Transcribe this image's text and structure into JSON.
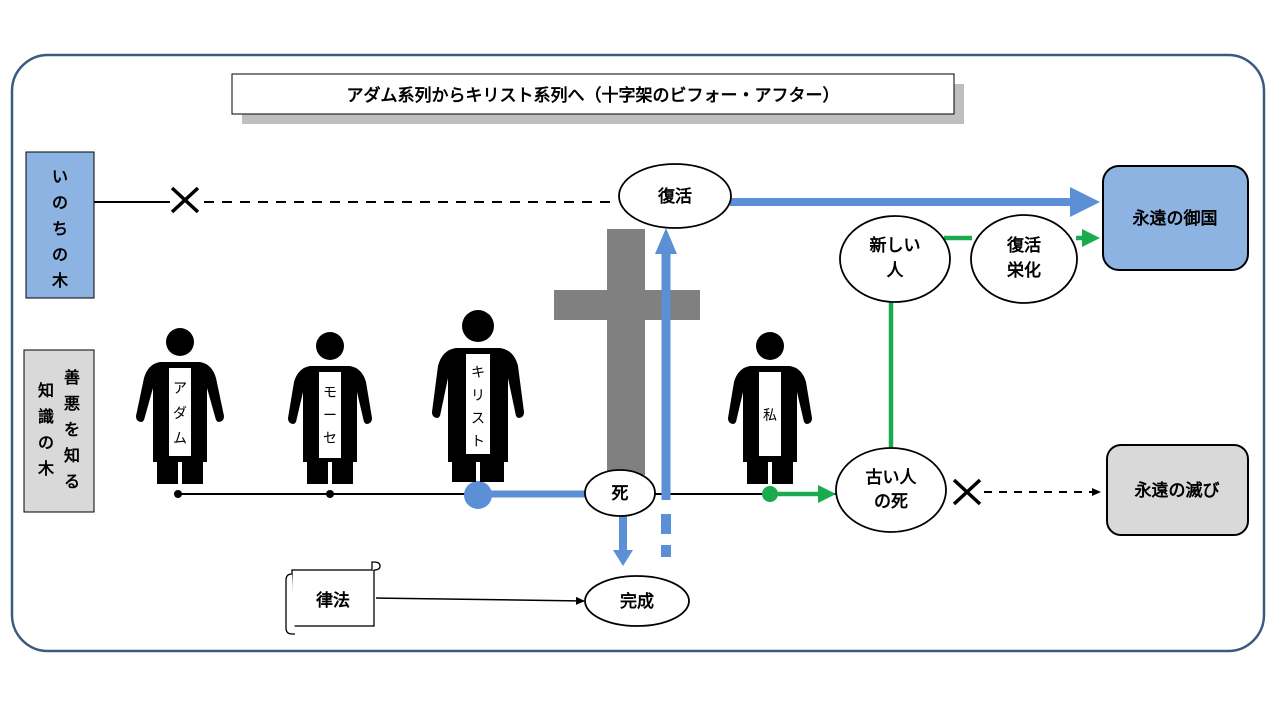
{
  "title": "アダム系列からキリスト系列へ（十字架のビフォー・アフター）",
  "trees": {
    "life": [
      "い",
      "の",
      "ち",
      "の",
      "木"
    ],
    "knowledge_col1": [
      "善",
      "悪",
      "を",
      "知",
      "る"
    ],
    "knowledge_col2": [
      "知",
      "識",
      "の",
      "木"
    ]
  },
  "figures": {
    "adam": [
      "ア",
      "ダ",
      "ム"
    ],
    "moses": [
      "モ",
      "ー",
      "セ"
    ],
    "christ": [
      "キ",
      "リ",
      "ス",
      "ト"
    ],
    "me": [
      "私"
    ]
  },
  "nodes": {
    "resurrection": "復活",
    "death": "死",
    "completion": "完成",
    "law": "律法",
    "new_person": [
      "新しい",
      "人"
    ],
    "glorification": [
      "復活",
      "栄化"
    ],
    "old_person_death": [
      "古い人",
      "の死"
    ],
    "eternal_kingdom": "永遠の御国",
    "eternal_destruction": "永遠の滅び"
  },
  "colors": {
    "blue_arrow": "#5b8fd6",
    "green_arrow": "#1aaa4f",
    "life_box": "#8db3e2",
    "knowledge_box": "#d9d9d9",
    "cross": "#808080",
    "frame": "#3b5a80"
  }
}
